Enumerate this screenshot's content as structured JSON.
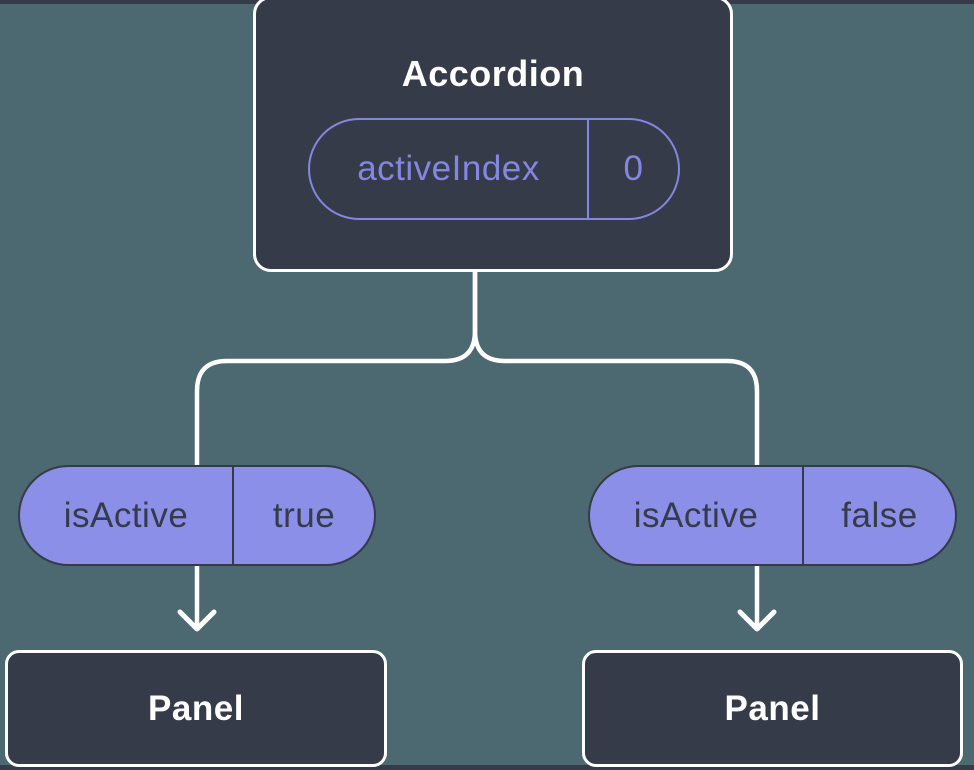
{
  "colors": {
    "background": "#4C6870",
    "node-fill": "#353B48",
    "node-border": "#FFFFFF",
    "pill-fill": "#8B8FE8",
    "accent-purple": "#8487E2",
    "dark-text": "#353B48",
    "light-text": "#FFFFFF",
    "connector": "#FFFFFF"
  },
  "tree": {
    "root": {
      "label": "Accordion",
      "state": {
        "name": "activeIndex",
        "value": "0"
      }
    },
    "children": [
      {
        "prop": {
          "name": "isActive",
          "value": "true"
        },
        "child": {
          "label": "Panel"
        }
      },
      {
        "prop": {
          "name": "isActive",
          "value": "false"
        },
        "child": {
          "label": "Panel"
        }
      }
    ]
  }
}
